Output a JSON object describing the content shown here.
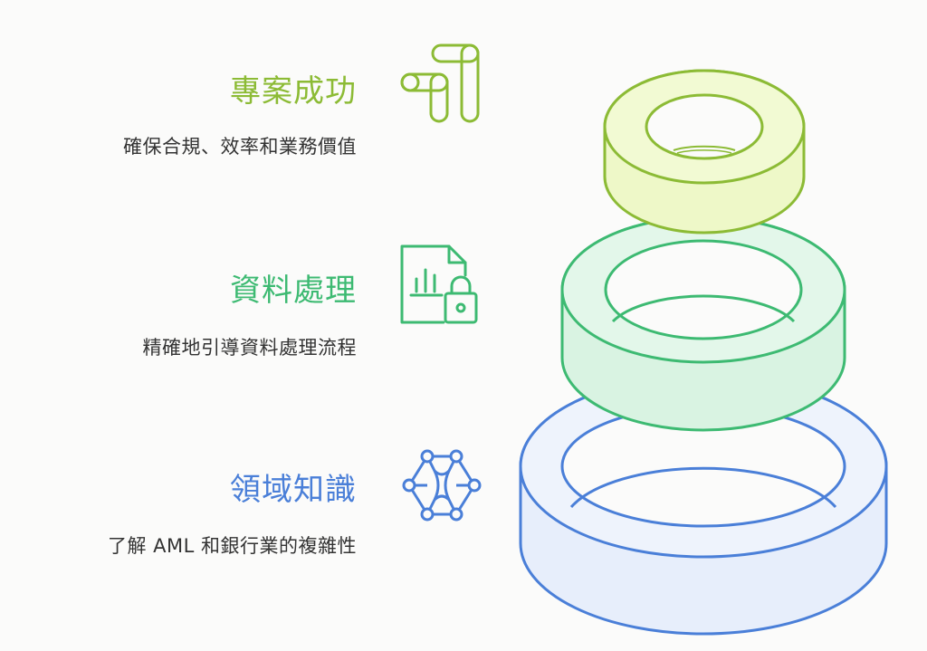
{
  "layers": [
    {
      "id": "top",
      "title": "專案成功",
      "description": "確保合規、效率和業務價值",
      "color": "#8cbb35",
      "icon": "pipeline-icon"
    },
    {
      "id": "middle",
      "title": "資料處理",
      "description": "精確地引導資料處理流程",
      "color": "#3dba72",
      "icon": "locked-chart-document-icon"
    },
    {
      "id": "bottom",
      "title": "領域知識",
      "description": "了解 AML 和銀行業的複雜性",
      "color": "#4a7fd8",
      "icon": "network-hub-icon"
    }
  ]
}
